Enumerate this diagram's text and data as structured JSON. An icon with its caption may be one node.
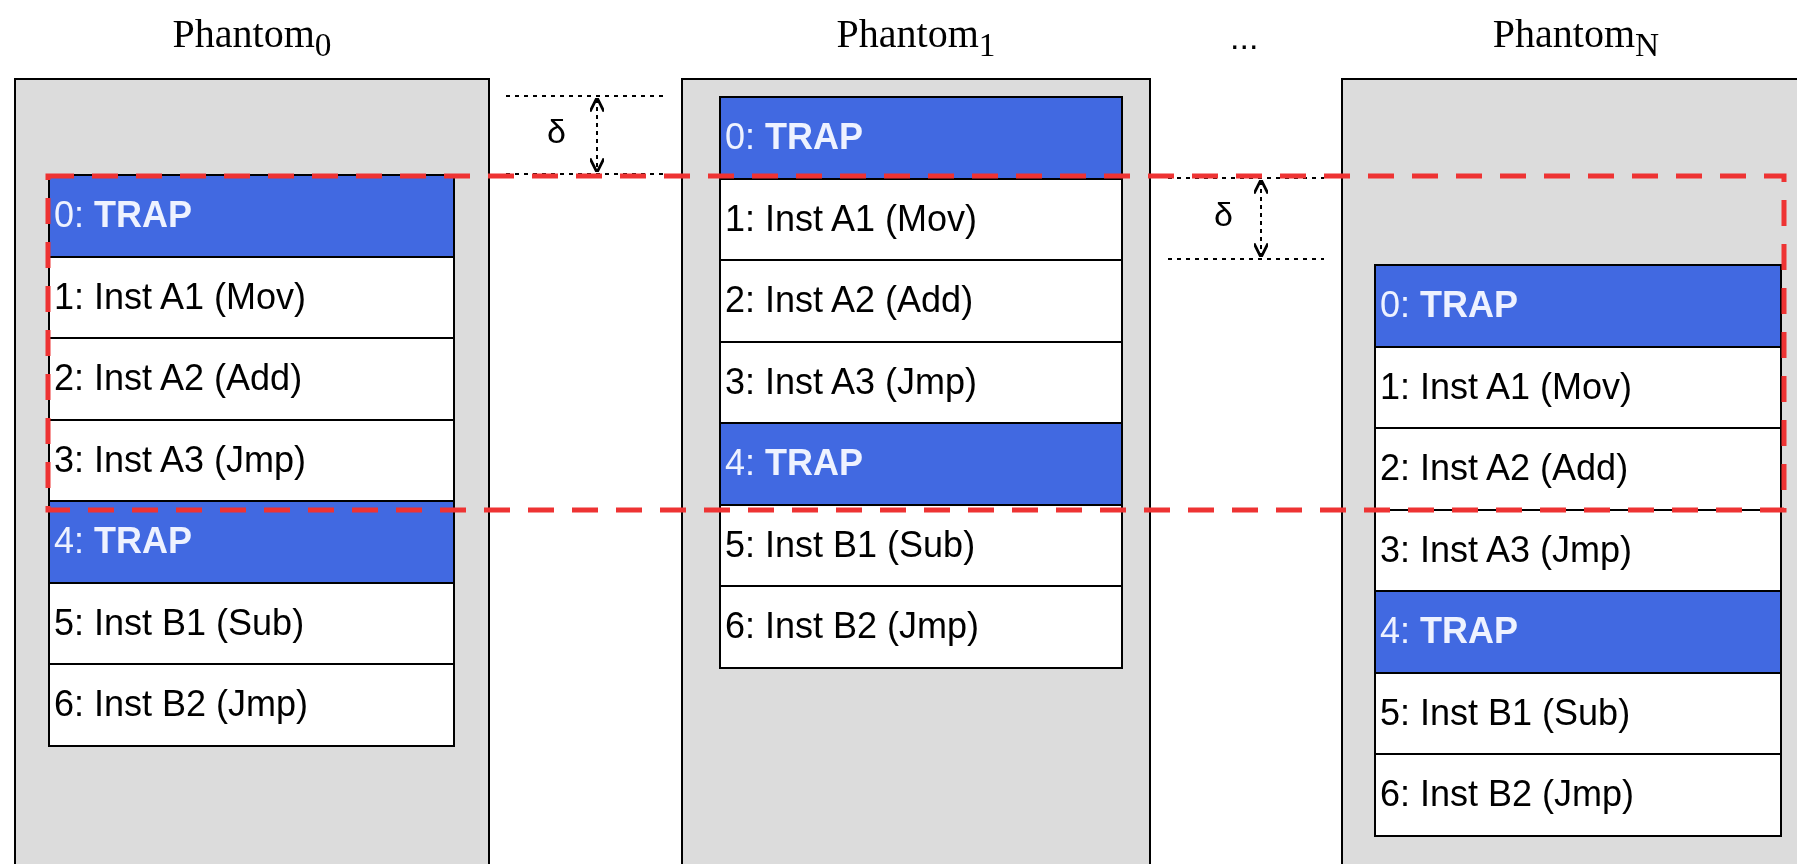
{
  "diagram": {
    "nodes": [
      {
        "text": [
          "Phantom$_{0}$"
        ]
      },
      {
        "text": [
          "0: **TRAP**"
        ],
        "in": 0
      },
      {
        "text": [
          "1: Inst A1 (Mov)"
        ],
        "in": 0
      },
      {
        "text": [
          "2: Inst A2 (Add)"
        ],
        "in": 0
      },
      {
        "text": [
          "3: Inst A3 (Jmp)"
        ],
        "in": 0
      },
      {
        "text": [
          "4: **TRAP**"
        ],
        "in": 0
      },
      {
        "text": [
          "5: Inst B1 (Sub)"
        ],
        "in": 0
      },
      {
        "text": [
          "6: Inst B2 (Jmp)"
        ],
        "in": 0
      },
      {
        "text": [
          "Phantom$_{1}$"
        ]
      },
      {
        "text": [
          "0: **TRAP**"
        ],
        "in": 8
      },
      {
        "text": [
          "1: Inst A1 (Mov)"
        ],
        "in": 8
      },
      {
        "text": [
          "2: Inst A2 (Add)"
        ],
        "in": 8
      },
      {
        "text": [
          "3: Inst A3 (Jmp)"
        ],
        "in": 8
      },
      {
        "text": [
          "4: **TRAP**"
        ],
        "in": 8
      },
      {
        "text": [
          "5: Inst B1 (Sub)"
        ],
        "in": 8
      },
      {
        "text": [
          "6: Inst B2 (Jmp)"
        ],
        "in": 8
      },
      {
        "text": [
          "Phantom$_{N}$"
        ]
      },
      {
        "text": [
          "0: **TRAP**"
        ],
        "in": 16
      },
      {
        "text": [
          "1: Inst A1 (Mov)"
        ],
        "in": 16
      },
      {
        "text": [
          "2: Inst A2 (Add)"
        ],
        "in": 16
      },
      {
        "text": [
          "3: Inst A3 (Jmp)"
        ],
        "in": 16
      },
      {
        "text": [
          "4: **TRAP**"
        ],
        "in": 16
      },
      {
        "text": [
          "5: Inst B1 (Sub)"
        ],
        "in": 16
      },
      {
        "text": [
          "6: Inst B2 (Jmp)"
        ],
        "in": 16
      }
    ],
    "edges": [],
    "labels": [
      "...",
      "δ",
      "δ"
    ]
  }
}
